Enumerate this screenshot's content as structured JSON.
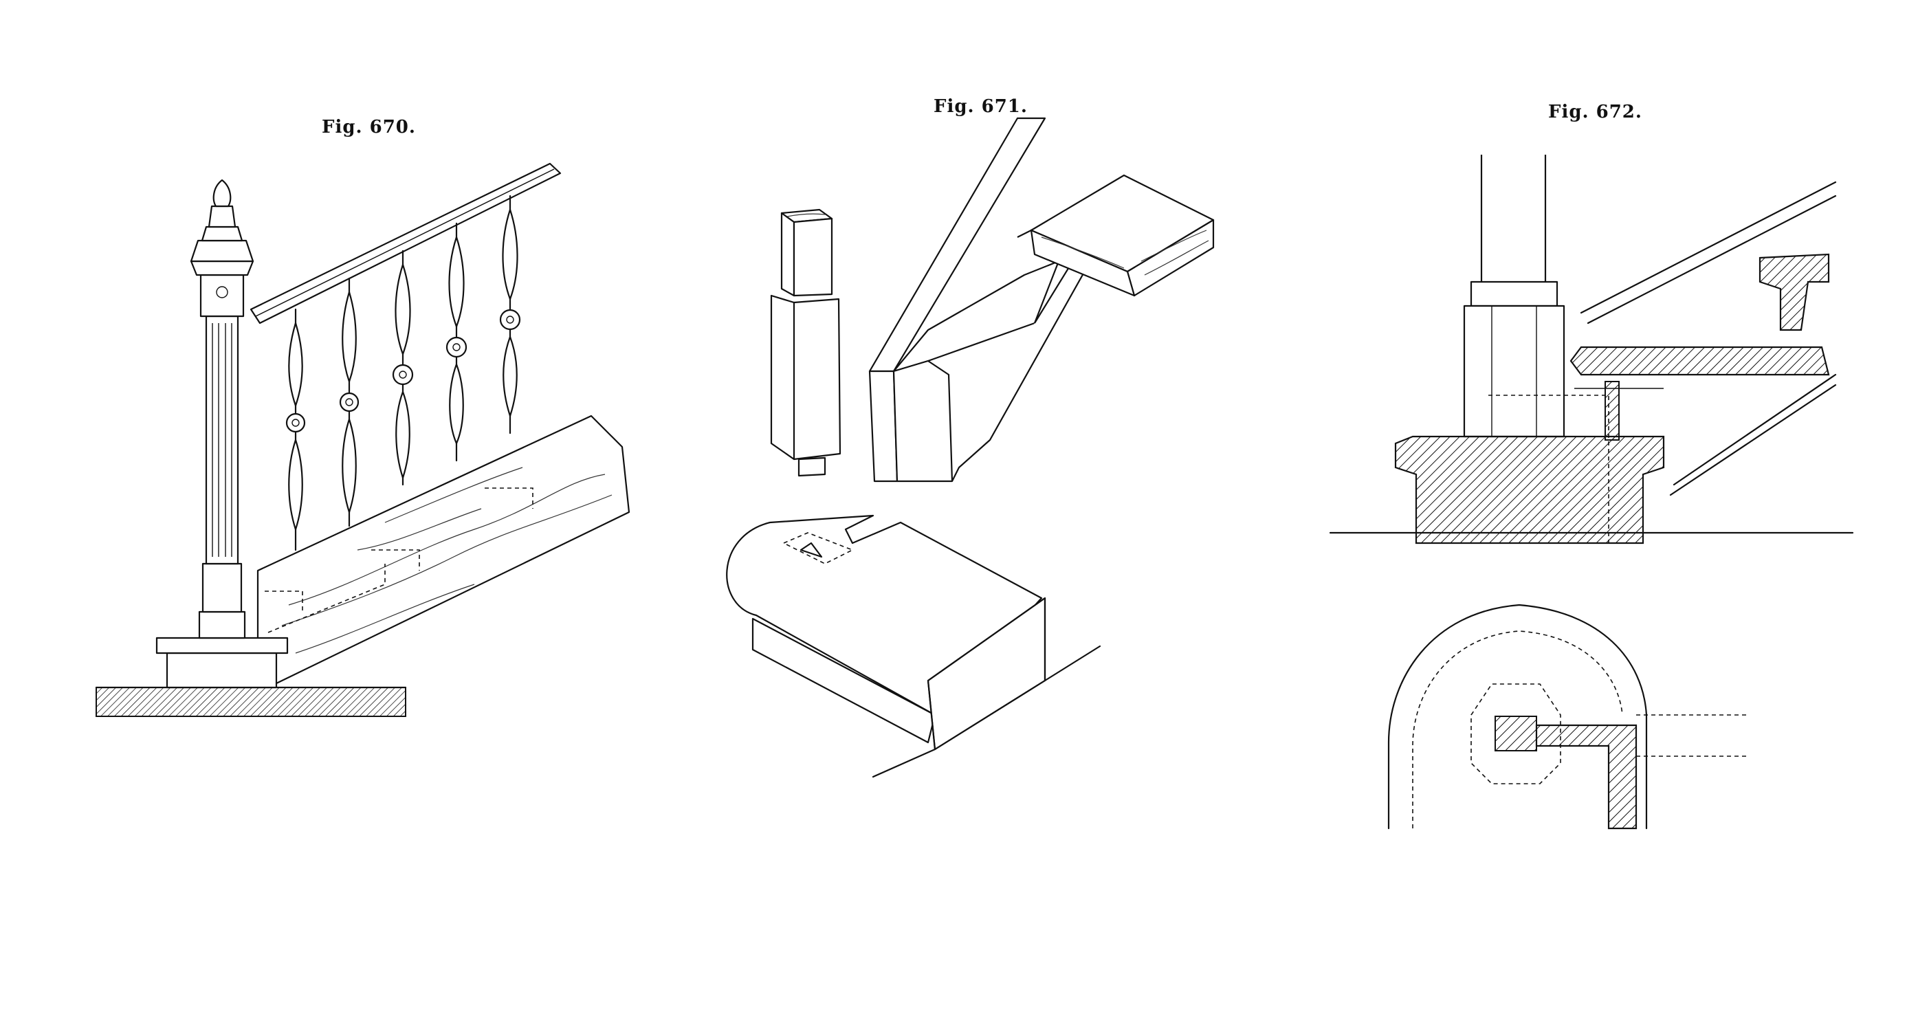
{
  "figures": [
    {
      "id": "fig-670",
      "caption": "Fig. 670."
    },
    {
      "id": "fig-671",
      "caption": "Fig. 671."
    },
    {
      "id": "fig-672",
      "caption": "Fig. 672."
    }
  ],
  "colors": {
    "ink": "#111111",
    "paper": "#ffffff"
  }
}
